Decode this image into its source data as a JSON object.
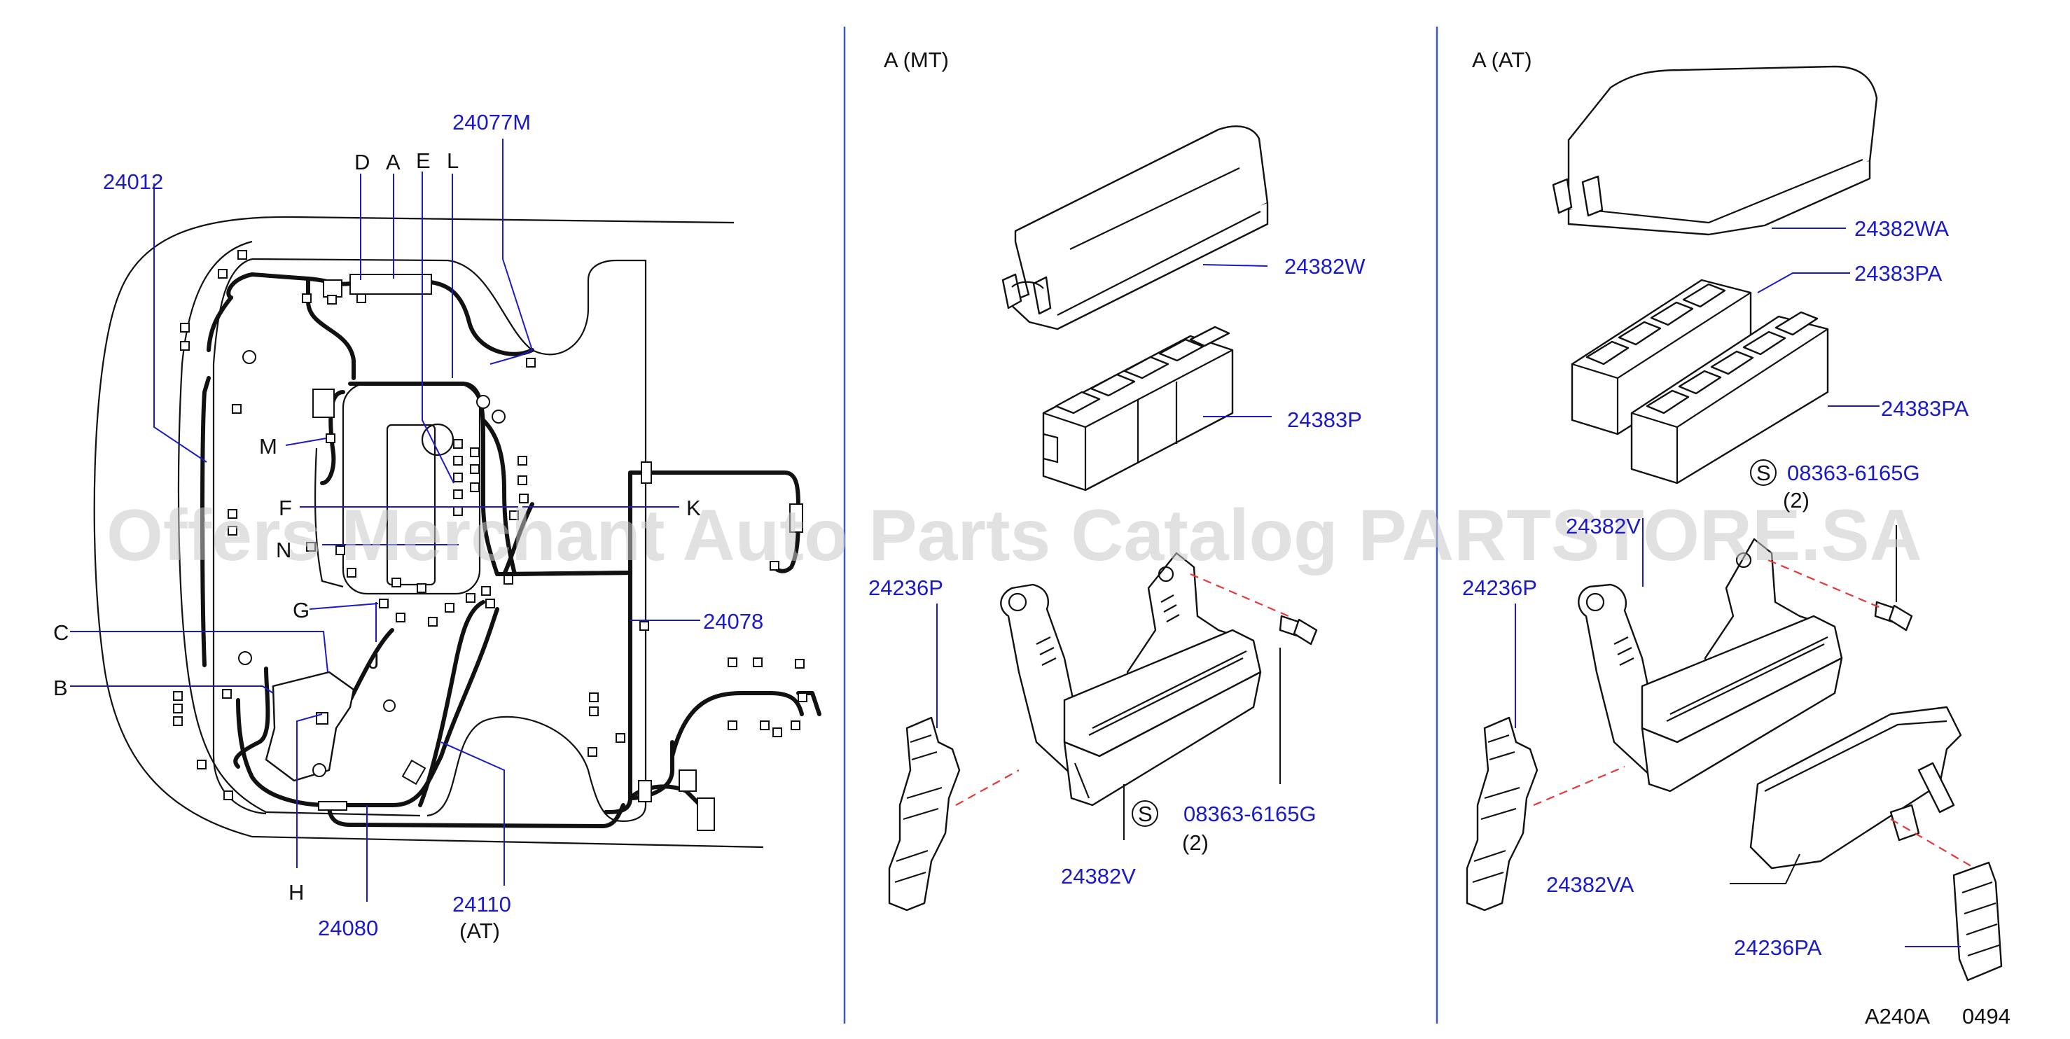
{
  "sections": {
    "mt_title": "A  (MT)",
    "at_title": "A  (AT)"
  },
  "watermark": "Offers Merchant Auto Parts Catalog PARTSTORE.SA",
  "labels_left": {
    "p24077M": "24077M",
    "p24012": "24012",
    "D": "D",
    "A": "A",
    "E": "E",
    "L": "L",
    "M": "M",
    "F": "F",
    "K": "K",
    "N": "N",
    "G": "G",
    "C": "C",
    "B": "B",
    "J": "J",
    "H": "H",
    "p24078": "24078",
    "p24080": "24080",
    "p24110": "24110",
    "p24110_note": "(AT)"
  },
  "labels_mt": {
    "p24382W": "24382W",
    "p24383P": "24383P",
    "p24236P": "24236P",
    "bolt_symbol": "S",
    "bolt": "08363-6165G",
    "bolt_qty": "(2)",
    "p24382V": "24382V"
  },
  "labels_at": {
    "p24382WA": "24382WA",
    "p24383PA_1": "24383PA",
    "p24383PA_2": "24383PA",
    "bolt_symbol": "S",
    "bolt": "08363-6165G",
    "bolt_qty": "(2)",
    "p24382V": "24382V",
    "p24236P": "24236P",
    "p24382VA": "24382VA",
    "p24236PA": "24236PA"
  },
  "footer": {
    "code": "A240A",
    "number": "0494"
  },
  "colors": {
    "callout": "#1a1ac8",
    "separator": "#3b57c9",
    "dashed_guide": "#e23a3a"
  }
}
